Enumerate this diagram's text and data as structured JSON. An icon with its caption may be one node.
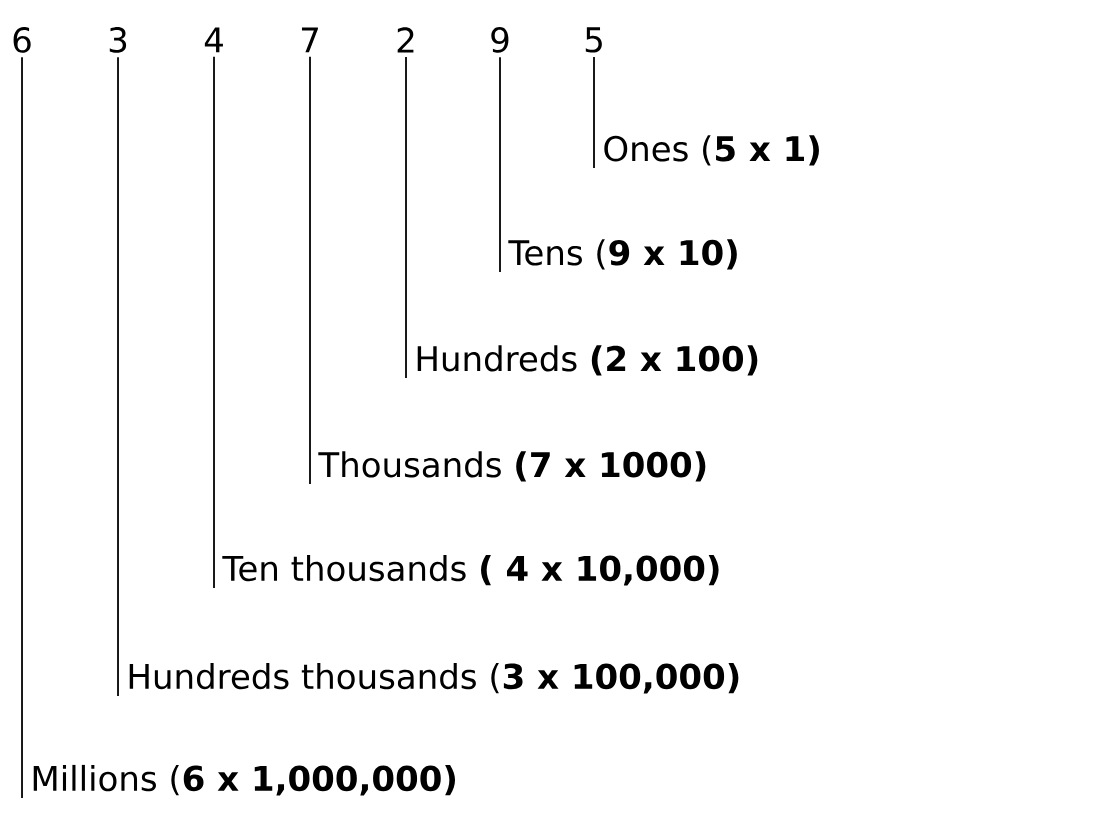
{
  "diagram": {
    "nodes": [
      {
        "text": [
          "6"
        ]
      },
      {
        "text": [
          "3"
        ]
      },
      {
        "text": [
          "4"
        ]
      },
      {
        "text": [
          "7"
        ]
      },
      {
        "text": [
          "2"
        ]
      },
      {
        "text": [
          "9"
        ]
      },
      {
        "text": [
          "5"
        ]
      },
      {
        "text": [
          "Ones (**5 x 1)**"
        ]
      },
      {
        "text": [
          "Tens (**9 x 10)**"
        ]
      },
      {
        "text": [
          "Hundreds **(2 x 100)**"
        ]
      },
      {
        "text": [
          "Thousands **(7 x 1000)**"
        ]
      },
      {
        "text": [
          "Ten thousands **( 4 x 10,000)**"
        ]
      },
      {
        "text": [
          "Hundreds thousands (**3 x 100,000)**"
        ]
      },
      {
        "text": [
          "Millions (**6 x 1,000,000)**"
        ]
      }
    ],
    "edges": [
      {
        "from": 6,
        "to": 7,
        "arrow": "none"
      },
      {
        "from": 5,
        "to": 8,
        "arrow": "none"
      },
      {
        "from": 4,
        "to": 9,
        "arrow": "none"
      },
      {
        "from": 3,
        "to": 10,
        "arrow": "none"
      },
      {
        "from": 2,
        "to": 11,
        "arrow": "none"
      },
      {
        "from": 1,
        "to": 12,
        "arrow": "none"
      },
      {
        "from": 0,
        "to": 13,
        "arrow": "none"
      }
    ]
  }
}
